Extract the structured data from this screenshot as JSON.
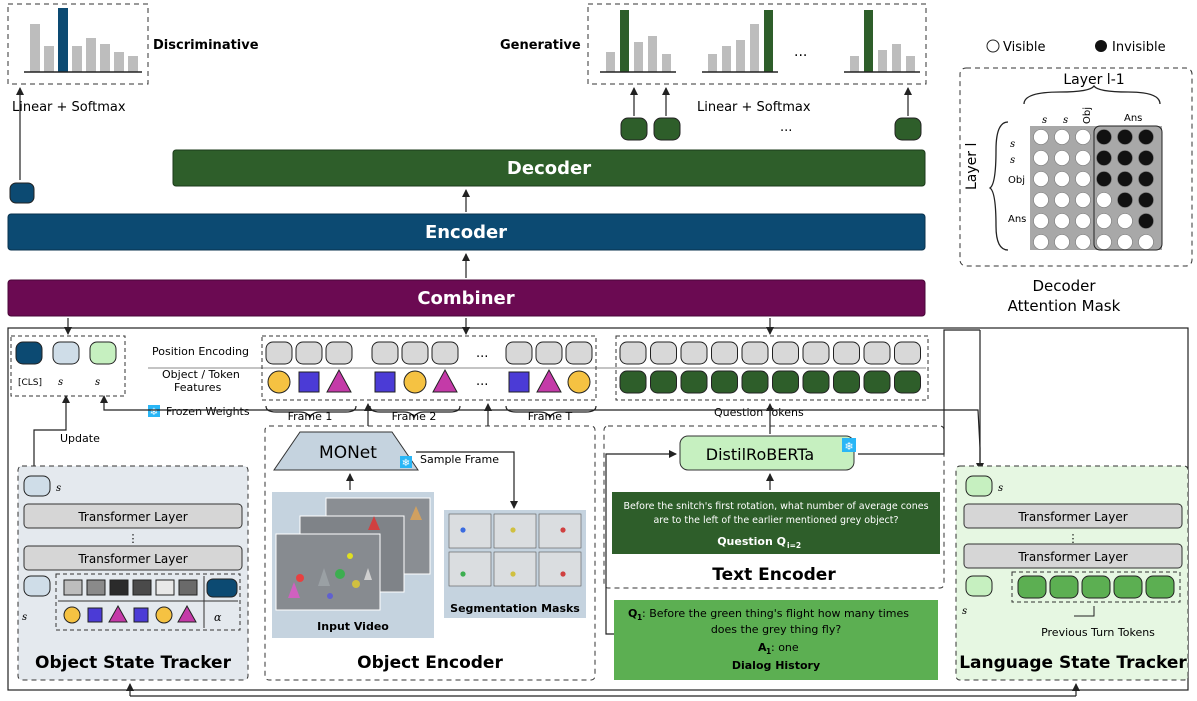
{
  "heads": {
    "discriminative": "Discriminative",
    "generative": "Generative",
    "ellipsis": "...",
    "linear_softmax": "Linear + Softmax"
  },
  "blocks": {
    "decoder": "Decoder",
    "encoder": "Encoder",
    "combiner": "Combiner"
  },
  "legend": {
    "visible": "Visible",
    "invisible": "Invisible",
    "frozen_weights": "Frozen Weights"
  },
  "attention_mask": {
    "layer_prev": "Layer l-1",
    "layer_cur": "Layer l",
    "col_so": "s",
    "col_sl": "s",
    "col_obj": "Obj",
    "col_ans": "Ans",
    "row_so": "s",
    "row_sl": "s",
    "row_obj": "Obj",
    "row_ans": "Ans",
    "caption_line1": "Decoder",
    "caption_line2": "Attention Mask",
    "grid": [
      [
        0,
        0,
        0,
        1,
        1,
        1
      ],
      [
        0,
        0,
        0,
        1,
        1,
        1
      ],
      [
        0,
        0,
        0,
        1,
        1,
        1
      ],
      [
        0,
        0,
        0,
        0,
        1,
        1
      ],
      [
        0,
        0,
        0,
        0,
        0,
        1
      ],
      [
        0,
        0,
        0,
        0,
        0,
        0
      ]
    ]
  },
  "inputs": {
    "position_encoding": "Position Encoding",
    "object_token_features_1": "Object / Token",
    "object_token_features_2": "Features",
    "frame1": "Frame 1",
    "frame2": "Frame 2",
    "frameT": "Frame T",
    "question_tokens": "Question Tokens",
    "cls": "[CLS]",
    "so_label": "s",
    "sl_label": "s",
    "update": "Update"
  },
  "ost": {
    "title": "Object State Tracker",
    "layer": "Transformer Layer",
    "dots": "⋮",
    "so": "s",
    "so_prev": "s",
    "alpha": "α"
  },
  "obj_encoder": {
    "title": "Object Encoder",
    "monet": "MONet",
    "sample_frame": "Sample Frame",
    "input_video": "Input Video",
    "seg_masks": "Segmentation Masks"
  },
  "text_encoder": {
    "title": "Text Encoder",
    "distil": "DistilRoBERTa",
    "question_text_1": "Before the snitch's first rotation, what number of average cones",
    "question_text_2": "are to the left of the earlier mentioned grey object?",
    "question_label": "Question Q",
    "question_sub": "i=2",
    "history_q_label": "Q",
    "history_q_sub": "1",
    "history_q_text_1": ": Before the green thing's flight how many times",
    "history_q_text_2": "does the grey thing fly?",
    "history_a_label": "A",
    "history_a_sub": "1",
    "history_a_text": ": one",
    "history_title": "Dialog History"
  },
  "lst": {
    "title": "Language State Tracker",
    "layer": "Transformer Layer",
    "dots": "⋮",
    "sl": "s",
    "sl_prev": "s",
    "prev_turn_tokens": "Previous Turn Tokens"
  },
  "colors": {
    "navy": "#0c4a72",
    "dark_green": "#2e5e2a",
    "purple": "#6b0a52",
    "light_green": "#5caf52",
    "frozen_blue": "#29b6f6",
    "gray_box": "#d8d8d8"
  }
}
